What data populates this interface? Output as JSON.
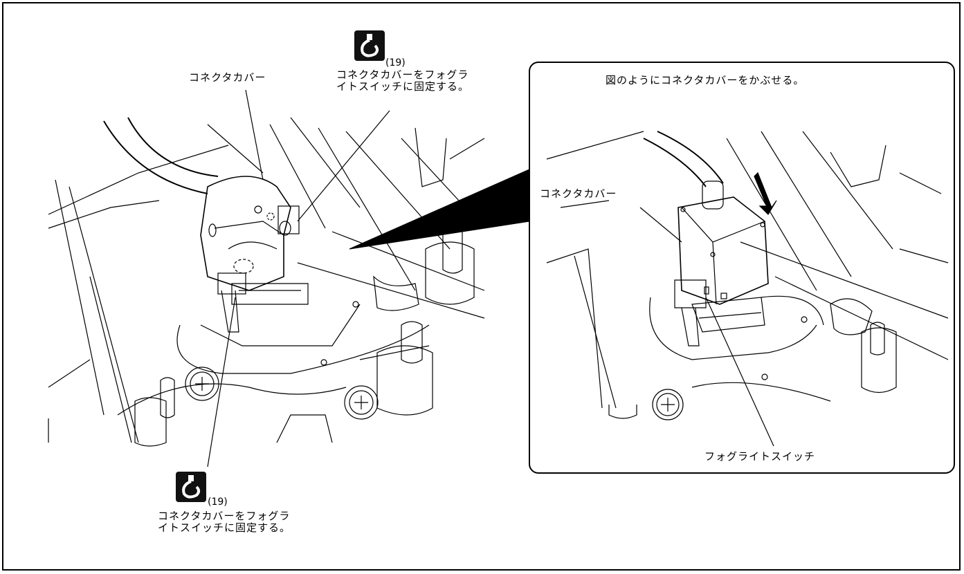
{
  "main": {
    "connector_cover_label": "コネクタカバー",
    "tie_top": {
      "number": "(19)",
      "instruction": "コネクタカバーをフォグラ\nイトスイッチに固定する。"
    },
    "tie_bottom": {
      "number": "(19)",
      "instruction": "コネクタカバーをフォグラ\nイトスイッチに固定する。"
    }
  },
  "inset": {
    "title": "図のようにコネクタカバーをかぶせる。",
    "connector_cover_label": "コネクタカバー",
    "fog_light_switch_label": "フォグライトスイッチ"
  },
  "icons": {
    "tie_icon": "cable-tie-icon"
  }
}
